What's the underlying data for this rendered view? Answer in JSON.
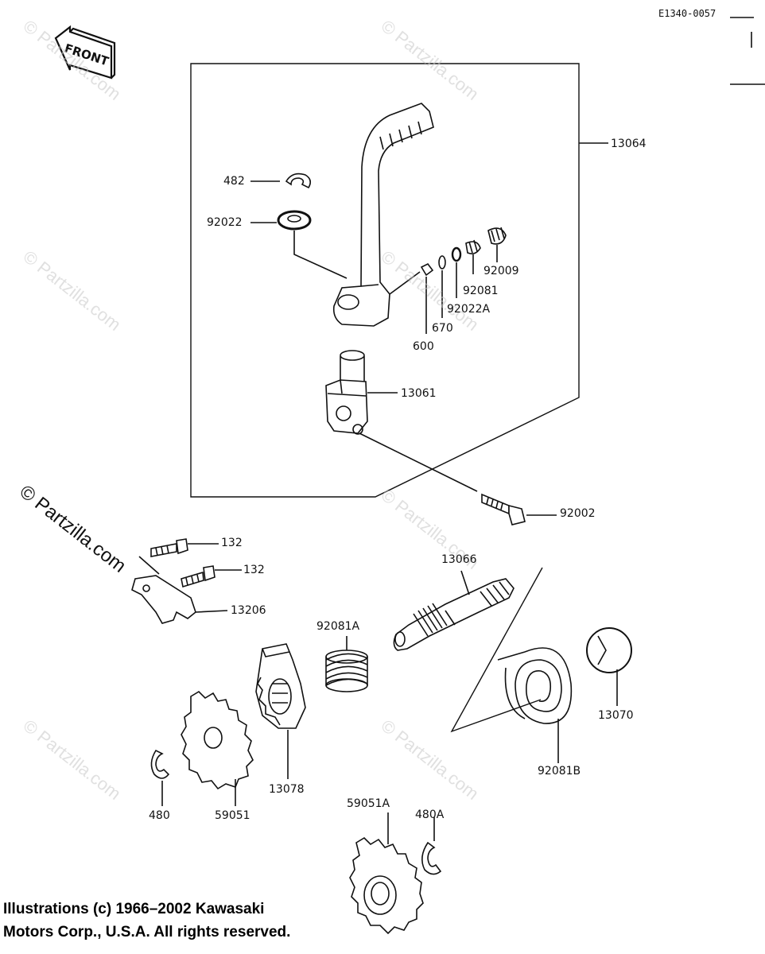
{
  "diagram_code": "E1340-0057",
  "front_label": "FRONT",
  "watermark": "© Partzilla.com",
  "copyright_line1": "Illustrations (c) 1966–2002 Kawasaki",
  "copyright_line2": "Motors Corp., U.S.A.  All rights reserved.",
  "parts": {
    "p13064": "13064",
    "p482": "482",
    "p92022": "92022",
    "p92009": "92009",
    "p92081": "92081",
    "p92022A": "92022A",
    "p670": "670",
    "p600": "600",
    "p13061": "13061",
    "p92002": "92002",
    "p132a": "132",
    "p132b": "132",
    "p13206": "13206",
    "p13066": "13066",
    "p92081A": "92081A",
    "p13070": "13070",
    "p92081B": "92081B",
    "p13078": "13078",
    "p480": "480",
    "p59051": "59051",
    "p59051A": "59051A",
    "p480A": "480A"
  }
}
